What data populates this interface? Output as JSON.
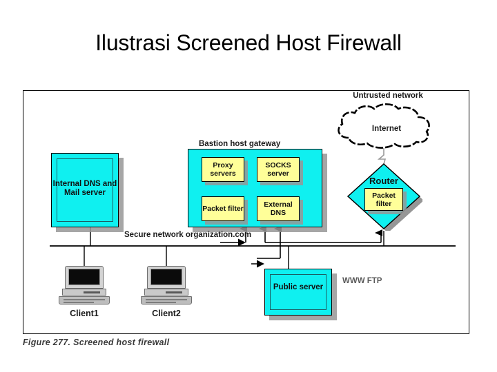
{
  "slide": {
    "title": "Ilustrasi Screened Host Firewall",
    "caption": "Figure 277.  Screened host firewall"
  },
  "colors": {
    "cyan": "#0ff0f0",
    "yellow": "#ffff99",
    "shadow": "#969696",
    "line": "#000000"
  },
  "diagram": {
    "untrusted_network_label": "Untrusted network",
    "internet_cloud_label": "Internet",
    "router": {
      "label": "Router",
      "packet_filter_label": "Packet filter"
    },
    "bastion": {
      "title": "Bastion host gateway",
      "services": [
        {
          "label": "Proxy servers"
        },
        {
          "label": "SOCKS server"
        },
        {
          "label": "Packet filter"
        },
        {
          "label": "External DNS"
        }
      ]
    },
    "internal_server": {
      "label": "Internal DNS and Mail server"
    },
    "secure_network_label": "Secure network organization.com",
    "public_server": {
      "label": "Public server",
      "services_label": "WWW FTP"
    },
    "clients": [
      {
        "label": "Client1"
      },
      {
        "label": "Client2"
      }
    ]
  }
}
